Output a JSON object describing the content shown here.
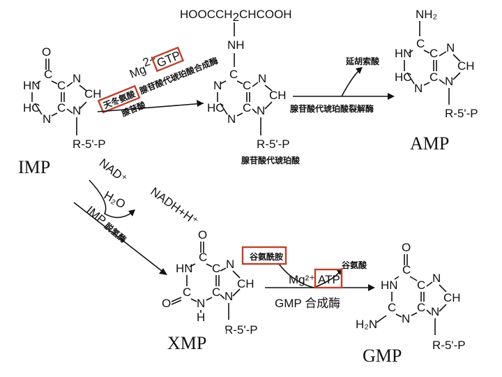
{
  "labels": {
    "imp": "IMP",
    "amp": "AMP",
    "xmp": "XMP",
    "gmp": "GMP"
  },
  "reagents": {
    "aspartate_formula": "HOOCCH",
    "aspartate_sub": "2",
    "aspartate_tail": "CHCOOH",
    "aspartate_nh": "NH",
    "mg_gtp": "Mg",
    "mg_charge": "2+",
    "gtp": "GTP",
    "aspartic_acid_cn": "天冬氨酸",
    "synthetase_upper": "腺苷酸代琥珀酸合成酶",
    "synthetase_lower_prefix": "腺苷酸",
    "succinate_intermediate": "腺苷酸代琥珀酸",
    "fumarate": "延胡索酸",
    "lyase": "腺苷酸代琥珀酸裂解酶",
    "nad": "NAD⁺",
    "h2o": "H₂O",
    "nadh": "NADH+H⁺",
    "imp_dehydrogenase_prefix": "IMP",
    "imp_dehydrogenase": "脱氢酶",
    "glutamine": "谷氨酰胺",
    "glutamate": "谷氨酸",
    "mg_atp": "Mg²⁺",
    "atp": "ATP",
    "gmp_synthetase": "GMP 合成酶"
  },
  "atoms": {
    "O": "O",
    "N": "N",
    "HN": "HN",
    "HC": "HC",
    "CH": "CH",
    "C": "C",
    "H": "H",
    "NH2": "NH₂",
    "H2N": "H₂N",
    "ribose": "R-5'-P"
  },
  "colors": {
    "highlight_box": "#c0402a",
    "ink": "#111111"
  }
}
